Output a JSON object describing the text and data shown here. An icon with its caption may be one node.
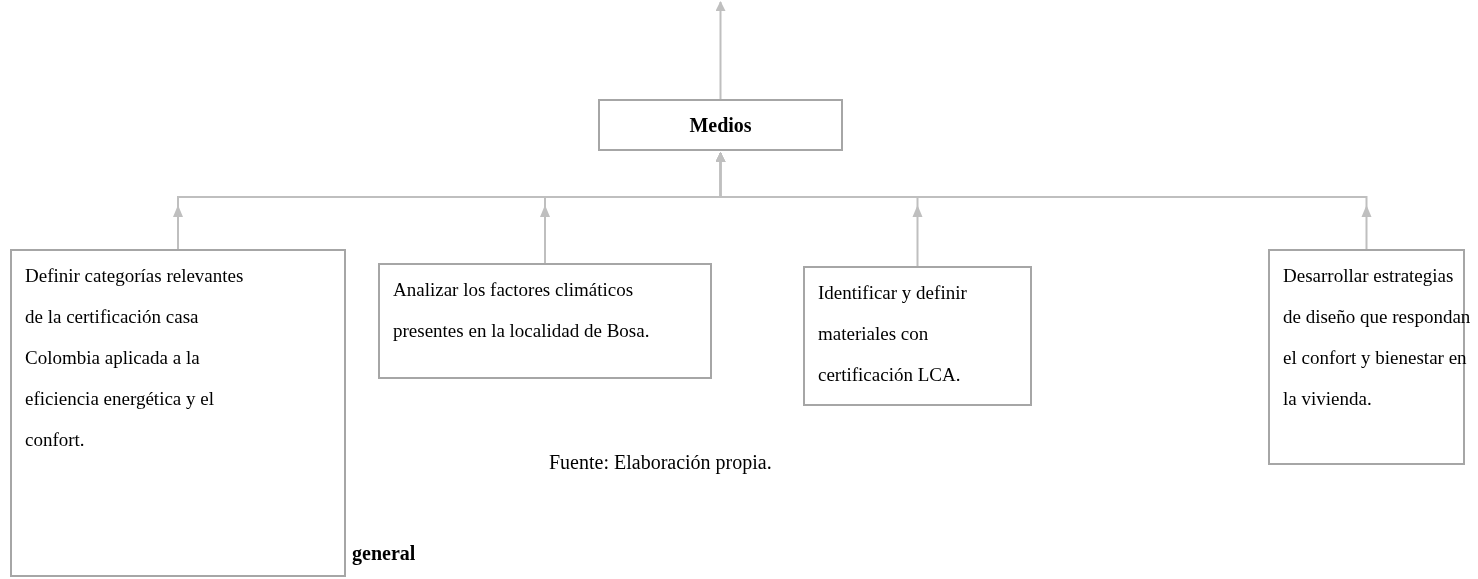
{
  "diagram": {
    "nodes": [
      {
        "text": [
          "Medios"
        ]
      },
      {
        "text": [
          "Definir categorías relevantes de la certificación casa Colombia aplicada a la eficiencia energética y el confort."
        ]
      },
      {
        "text": [
          "Analizar los factores climáticos presentes en la localidad de Bosa."
        ]
      },
      {
        "text": [
          "Identificar y definir materiales con certificación LCA."
        ]
      },
      {
        "text": [
          "Desarrollar estrategias de diseño que respondan el confort y bienestar en la vivienda."
        ]
      }
    ],
    "edges": [
      {
        "from": 0,
        "to": null,
        "arrow": "to"
      },
      {
        "from": 1,
        "to": 0,
        "arrow": "to"
      },
      {
        "from": 2,
        "to": 0,
        "arrow": "to"
      },
      {
        "from": 3,
        "to": 0,
        "arrow": "to"
      },
      {
        "from": 4,
        "to": 0,
        "arrow": "to"
      }
    ],
    "labels": [
      "Fuente: Elaboración propia.",
      "general"
    ]
  }
}
